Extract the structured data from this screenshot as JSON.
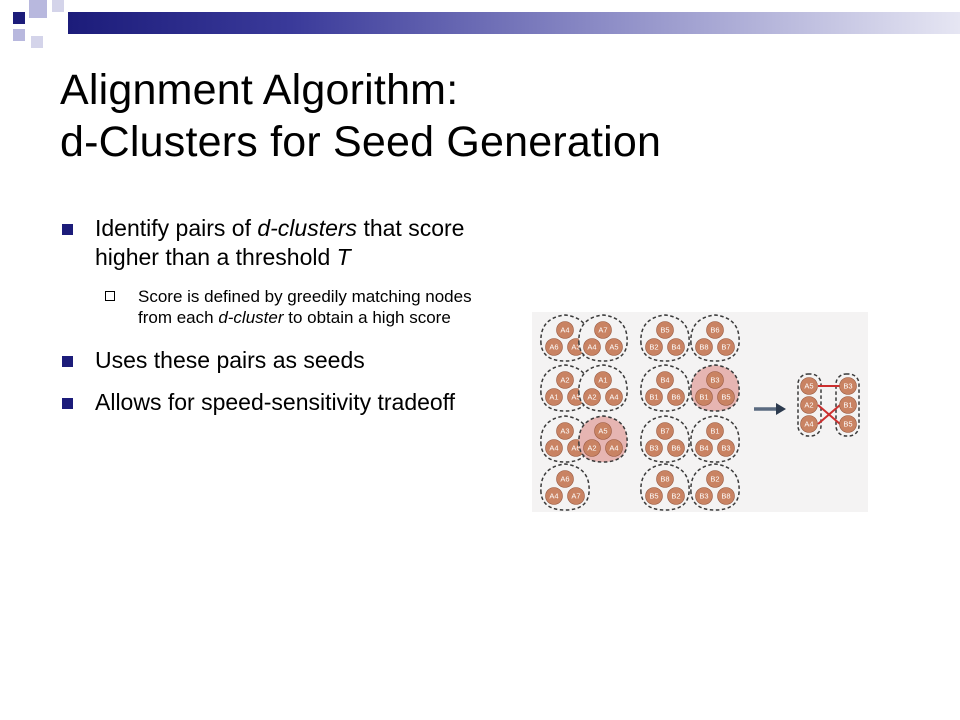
{
  "slide": {
    "title_line1": "Alignment Algorithm:",
    "title_line2": "d-Clusters for Seed Generation",
    "bullets": [
      {
        "pre": "Identify pairs of ",
        "em": "d-clusters",
        "mid": " that score higher than a threshold ",
        "em2": "T"
      },
      {
        "text": "Uses these pairs as seeds"
      },
      {
        "text": "Allows for speed-sensitivity tradeoff"
      }
    ],
    "sub_bullet": {
      "pre": "Score is defined by greedily matching nodes from each ",
      "em": "d-cluster",
      "post": " to obtain a high score"
    }
  },
  "figure": {
    "clusters": [
      {
        "labels": [
          "A4",
          "A6",
          "A3"
        ],
        "highlight": false
      },
      {
        "labels": [
          "A7",
          "A4",
          "A5"
        ],
        "highlight": false
      },
      {
        "labels": [
          "B5",
          "B2",
          "B4"
        ],
        "highlight": false
      },
      {
        "labels": [
          "B6",
          "B8",
          "B7"
        ],
        "highlight": false
      },
      {
        "labels": [
          "A2",
          "A1",
          "A5"
        ],
        "highlight": false
      },
      {
        "labels": [
          "A1",
          "A2",
          "A4"
        ],
        "highlight": false
      },
      {
        "labels": [
          "B4",
          "B1",
          "B6"
        ],
        "highlight": false
      },
      {
        "labels": [
          "B3",
          "B1",
          "B5"
        ],
        "highlight": true
      },
      {
        "labels": [
          "A3",
          "A4",
          "A6"
        ],
        "highlight": false
      },
      {
        "labels": [
          "A5",
          "A2",
          "A4"
        ],
        "highlight": true
      },
      {
        "labels": [
          "B7",
          "B3",
          "B6"
        ],
        "highlight": false
      },
      {
        "labels": [
          "B1",
          "B4",
          "B3"
        ],
        "highlight": false
      },
      {
        "labels": [
          "A6",
          "A4",
          "A7"
        ],
        "highlight": false
      },
      {
        "labels": [
          "B8",
          "B5",
          "B2"
        ],
        "highlight": false
      },
      {
        "labels": [
          "B2",
          "B3",
          "B8"
        ],
        "highlight": false
      }
    ],
    "seed_left": [
      "A5",
      "A2",
      "A4"
    ],
    "seed_right": [
      "B3",
      "B1",
      "B5"
    ]
  }
}
